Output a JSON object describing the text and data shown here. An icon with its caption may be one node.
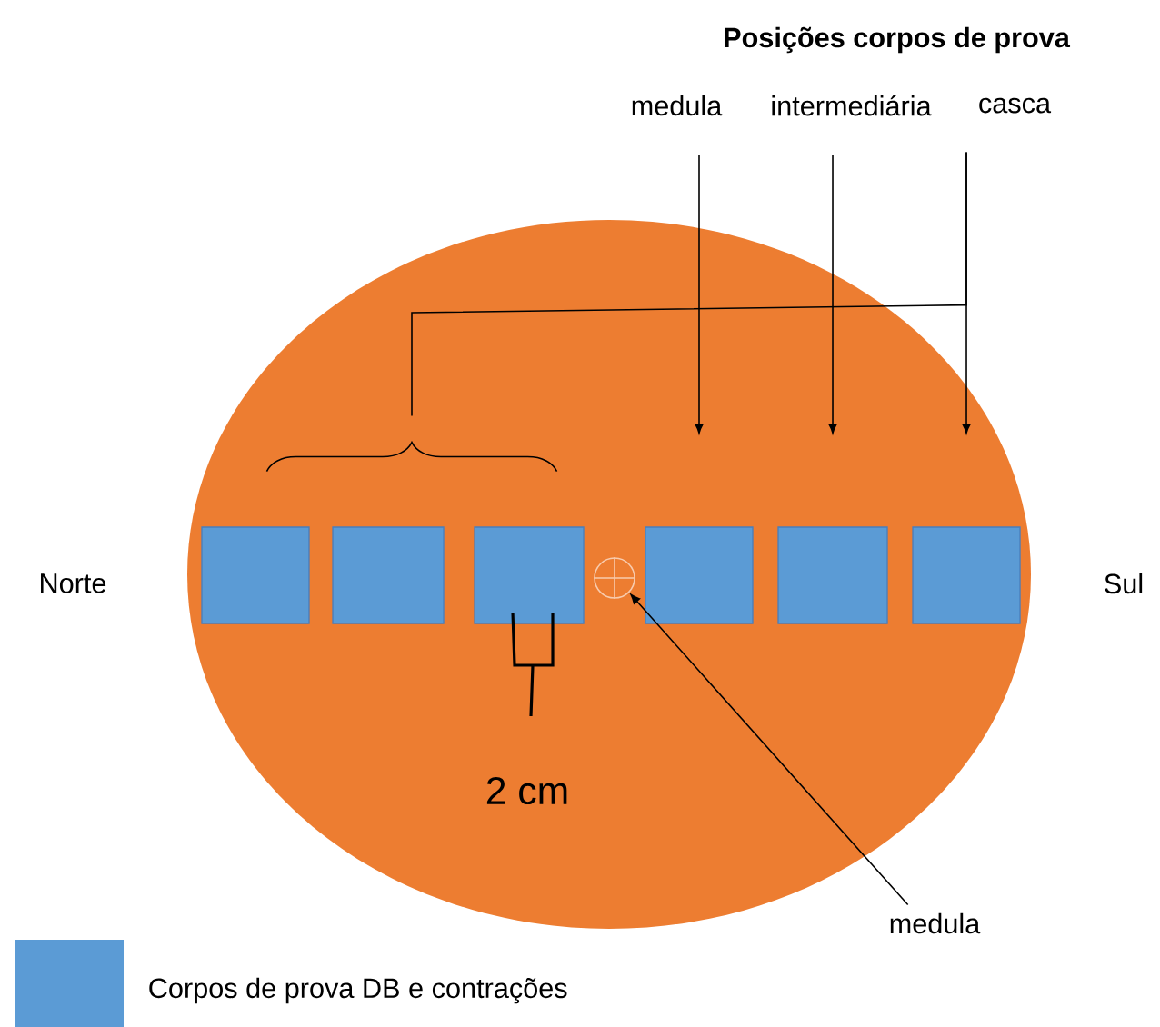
{
  "diagram": {
    "title": "Posições corpos de prova",
    "nodes": [
      {
        "text": [],
        "shape": "ellipse"
      },
      {
        "text": [],
        "shape": "box",
        "in": 0
      },
      {
        "text": [],
        "shape": "box",
        "in": 0
      },
      {
        "text": [],
        "shape": "box",
        "in": 0
      },
      {
        "text": [],
        "shape": "circle",
        "in": 0
      },
      {
        "text": [],
        "shape": "box",
        "in": 0
      },
      {
        "text": [],
        "shape": "box",
        "in": 0
      },
      {
        "text": [],
        "shape": "box",
        "in": 0
      },
      {
        "text": [
          "medula"
        ]
      },
      {
        "text": [
          "intermediária"
        ]
      },
      {
        "text": [
          "casca"
        ]
      },
      {
        "text": [
          "medula"
        ]
      },
      {
        "text": [],
        "shape": "brace",
        "in": 0
      }
    ],
    "edges": [
      {
        "from": 8,
        "to": 5,
        "arrow": "to"
      },
      {
        "from": 9,
        "to": 6,
        "arrow": "to"
      },
      {
        "from": 10,
        "to": 7,
        "arrow": "to"
      },
      {
        "from": 10,
        "to": 12,
        "arrow": "none"
      },
      {
        "from": 11,
        "to": 4,
        "arrow": "to"
      }
    ],
    "labels": [
      "Norte",
      "Sul",
      "2 cm"
    ],
    "legend": [
      {
        "text": "Corpos de prova DB e contrações",
        "color": "#5b9bd5"
      }
    ]
  }
}
